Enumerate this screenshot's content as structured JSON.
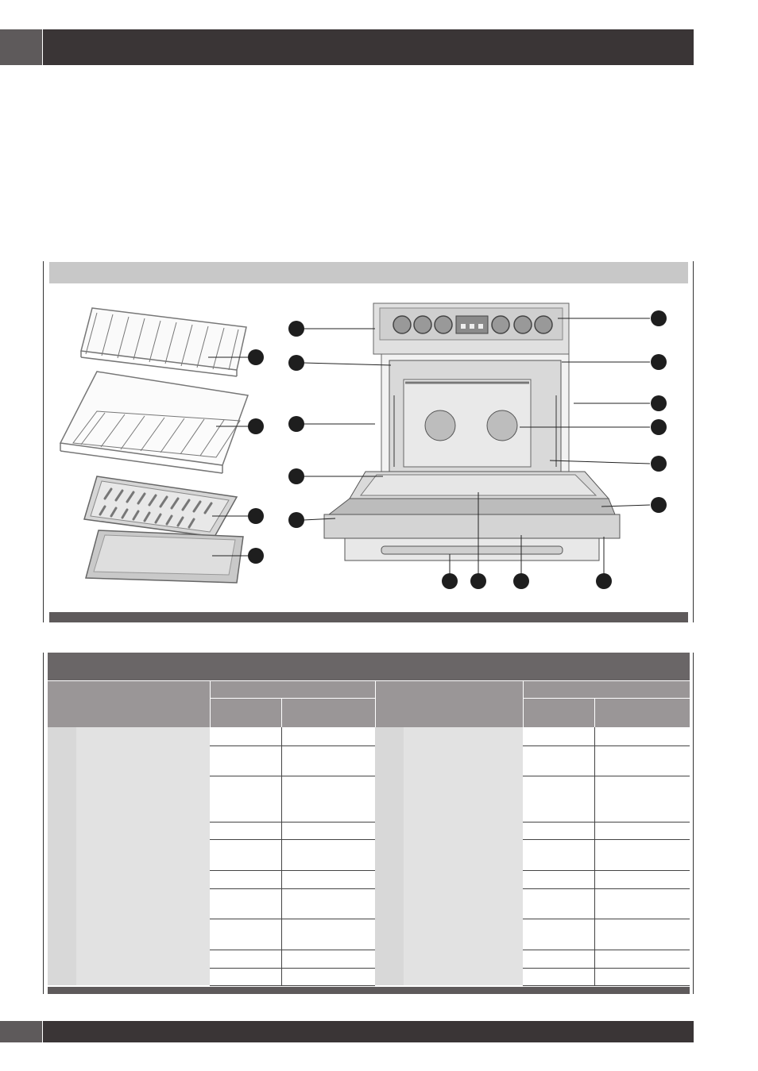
{
  "page": {
    "header_tab_color": "#5e5a5b",
    "header_bar_color": "#3a3536"
  },
  "figure": {
    "title": "",
    "callout_numbers": [],
    "icons": [
      "oven-range-illustration",
      "wire-rack-icon",
      "telescopic-rack-icon",
      "broil-pan-icon",
      "baking-tray-icon"
    ]
  },
  "table": {
    "title": "",
    "left_rows": 12,
    "right_rows": 12
  }
}
